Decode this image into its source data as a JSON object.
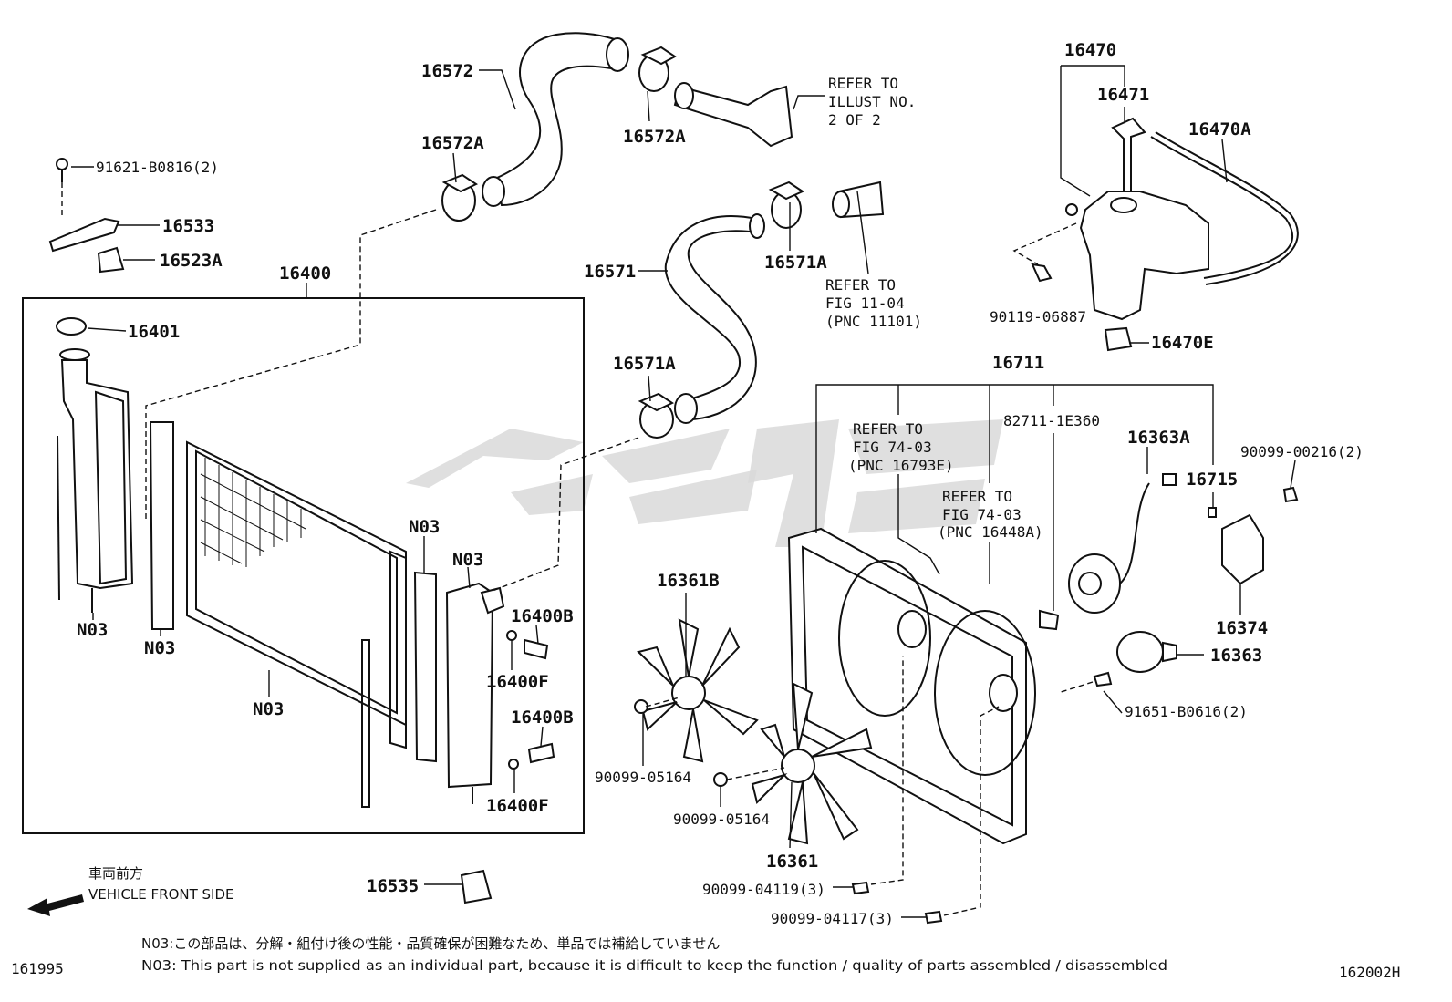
{
  "diagram": {
    "callouts": {
      "p16572": "16572",
      "p16572A_top": "16572A",
      "p16572A_left": "16572A",
      "refer_illust": [
        "REFER TO",
        "ILLUST NO.",
        "2 OF 2"
      ],
      "p91621": "91621-B0816(2)",
      "p16533": "16533",
      "p16523A": "16523A",
      "p16400": "16400",
      "p16401": "16401",
      "p16571": "16571",
      "p16571A_top": "16571A",
      "p16571A_mid": "16571A",
      "refer_fig11": [
        "REFER TO",
        "FIG 11-04",
        "(PNC 11101)"
      ],
      "p16470": "16470",
      "p16471": "16471",
      "p16470A": "16470A",
      "p90119": "90119-06887",
      "p16470E": "16470E",
      "p16711": "16711",
      "p82711": "82711-1E360",
      "refer_fig74a": [
        "REFER TO",
        "FIG 74-03",
        "(PNC 16793E)"
      ],
      "refer_fig74b": [
        "REFER TO",
        "FIG 74-03",
        "(PNC 16448A)"
      ],
      "p16363A": "16363A",
      "p90099_00216": "90099-00216(2)",
      "p16715": "16715",
      "p16374": "16374",
      "p16363": "16363",
      "p91651": "91651-B0616(2)",
      "p16361B": "16361B",
      "p90099_05164_a": "90099-05164",
      "p90099_05164_b": "90099-05164",
      "p16361": "16361",
      "p90099_04119": "90099-04119(3)",
      "p90099_04117": "90099-04117(3)",
      "p16535": "16535",
      "n03_a": "N03",
      "n03_b": "N03",
      "n03_c": "N03",
      "n03_d": "N03",
      "n03_e": "N03",
      "p16400B_a": "16400B",
      "p16400F_a": "16400F",
      "p16400B_b": "16400B",
      "p16400F_b": "16400F"
    },
    "front_label_jp": "車両前方",
    "front_label_en": "VEHICLE FRONT SIDE",
    "note_jp": "N03:この部品は、分解・組付け後の性能・品質確保が困難なため、単品では補給していません",
    "note_en": "N03: This part is not supplied as an individual part, because it is difficult to keep the function / quality of parts assembled / disassembled",
    "code_left": "161995",
    "code_right": "162002H"
  }
}
